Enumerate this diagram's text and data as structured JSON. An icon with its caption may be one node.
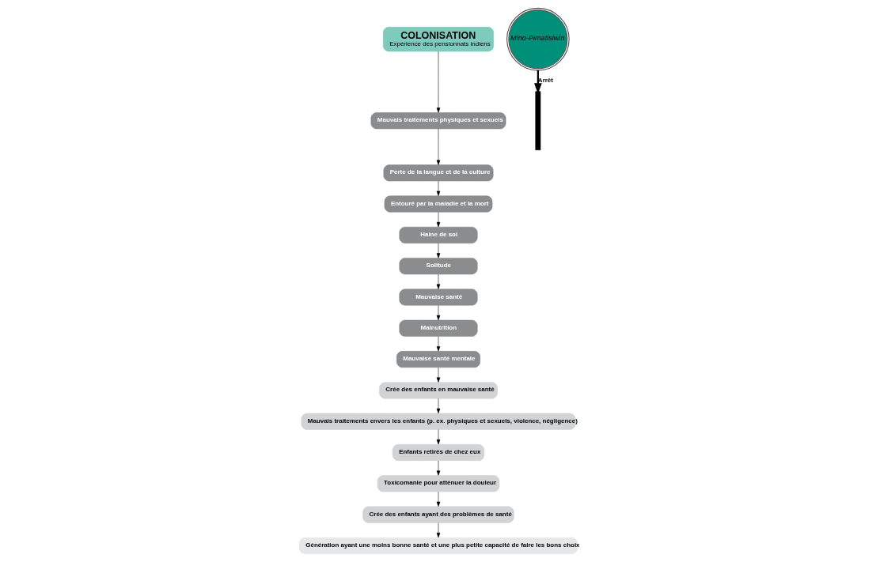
{
  "diagram": {
    "nodes": [
      {
        "text": [
          "Mauvais traitements envers les enfants (p. ex. physiques et sexuels, violence, négligence)"
        ]
      },
      {
        "text": [
          "Enfants retirés de chez eux"
        ]
      },
      {
        "text": [
          "Crée des enfants en mauvaise santé"
        ]
      },
      {
        "text": [
          "Toxicomanie pour atténuer la douleur"
        ]
      },
      {
        "text": [
          "Mauvais traitements physiques et sexuels"
        ]
      },
      {
        "text": [
          "Mauvaise santé mentale"
        ]
      },
      {
        "text": [
          "Crée des enfants ayant des problèmes de santé"
        ]
      },
      {
        "text": [
          "Perte de la langue et de la culture"
        ]
      },
      {
        "text": [
          "COLONISATION",
          "Expérience des pensionnats indiens"
        ]
      },
      {
        "text": [
          "Malnutrition"
        ]
      },
      {
        "text": [
          "Entouré par la maladie et la mort"
        ]
      },
      {
        "text": [
          "Mauvaise santé"
        ]
      },
      {
        "text": [
          "Génération ayant une moins bonne santé et une plus petite capacité de faire les bons choix"
        ]
      },
      {
        "text": [
          "Haine de soi"
        ]
      },
      {
        "text": [
          "Solitude"
        ]
      },
      {
        "text": [],
        "shape": "bar"
      },
      {
        "text": [
          "Mino-Pimatisiwin"
        ]
      }
    ],
    "edges": [
      {
        "from": 8,
        "to": 4,
        "arrow": "to"
      },
      {
        "from": 4,
        "to": 7,
        "arrow": "to"
      },
      {
        "from": 7,
        "to": 10,
        "arrow": "to"
      },
      {
        "from": 10,
        "to": 13,
        "arrow": "to"
      },
      {
        "from": 13,
        "to": 14,
        "arrow": "to"
      },
      {
        "from": 14,
        "to": 11,
        "arrow": "to"
      },
      {
        "from": 11,
        "to": 9,
        "arrow": "to"
      },
      {
        "from": 9,
        "to": 5,
        "arrow": "to"
      },
      {
        "from": 5,
        "to": 2,
        "arrow": "to"
      },
      {
        "from": 2,
        "to": 0,
        "arrow": "to"
      },
      {
        "from": 0,
        "to": 1,
        "arrow": "to"
      },
      {
        "from": 1,
        "to": 3,
        "arrow": "to"
      },
      {
        "from": 3,
        "to": 6,
        "arrow": "to"
      },
      {
        "from": 6,
        "to": 12,
        "arrow": "to"
      },
      {
        "from": 16,
        "to": 15,
        "arrow": "to",
        "label": "Arrêt",
        "style": "thick"
      }
    ]
  }
}
